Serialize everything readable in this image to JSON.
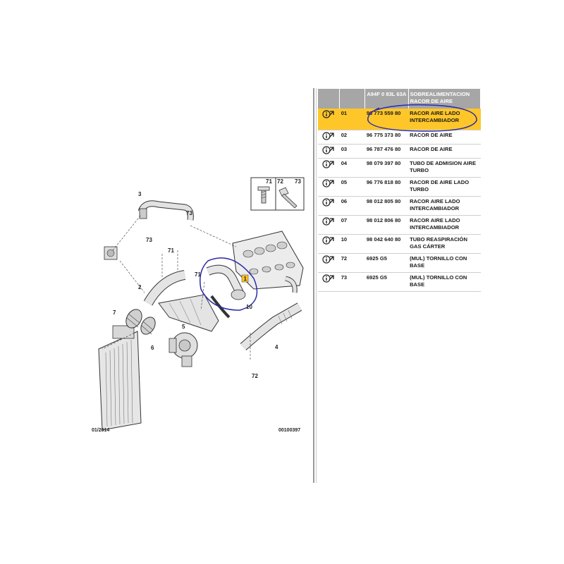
{
  "diagram": {
    "date": "01/2014",
    "code": "00100397",
    "callouts": [
      "1",
      "2",
      "3",
      "4",
      "5",
      "6",
      "7",
      "10",
      "71",
      "71",
      "72",
      "73",
      "73"
    ],
    "inset_labels": [
      "71",
      "72",
      "73"
    ]
  },
  "table": {
    "headers": [
      "",
      "",
      "A94F 0 83L 63A",
      "SOBREALIMENTACION RACOR DE AIRE"
    ],
    "rows": [
      {
        "num": "01",
        "ref": "96 773 559 80",
        "desc": "RACOR AIRE LADO INTERCAMBIADOR",
        "highlighted": true
      },
      {
        "num": "02",
        "ref": "96 775 373 80",
        "desc": "RACOR DE AIRE",
        "highlighted": false
      },
      {
        "num": "03",
        "ref": "96 787 476 80",
        "desc": "RACOR DE AIRE",
        "highlighted": false
      },
      {
        "num": "04",
        "ref": "98 079 397 80",
        "desc": "TUBO DE ADMISION AIRE TURBO",
        "highlighted": false
      },
      {
        "num": "05",
        "ref": "96 776 818 80",
        "desc": "RACOR DE AIRE LADO TURBO",
        "highlighted": false
      },
      {
        "num": "06",
        "ref": "98 012 805 80",
        "desc": "RACOR AIRE LADO INTERCAMBIADOR",
        "highlighted": false
      },
      {
        "num": "07",
        "ref": "98 012 806 80",
        "desc": "RACOR AIRE LADO INTERCAMBIADOR",
        "highlighted": false
      },
      {
        "num": "10",
        "ref": "98 042 640 80",
        "desc": "TUBO REASPIRACIÓN GAS CÁRTER",
        "highlighted": false
      },
      {
        "num": "72",
        "ref": "6925 G5",
        "desc": "(MUL) TORNILLO CON BASE",
        "highlighted": false
      },
      {
        "num": "73",
        "ref": "6925 G5",
        "desc": "(MUL) TORNILLO CON BASE",
        "highlighted": false
      }
    ]
  },
  "colors": {
    "highlight": "#ffc62a",
    "header": "#a6a6a6",
    "annotation": "#2a2aa8",
    "line": "#333333"
  },
  "icons": {
    "row_icon": "info-arrow-icon"
  }
}
